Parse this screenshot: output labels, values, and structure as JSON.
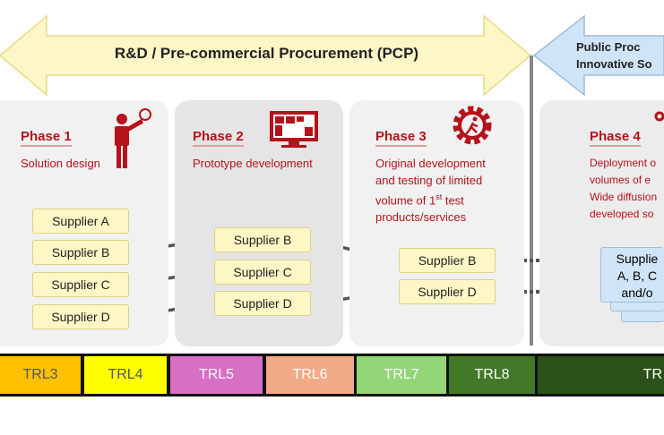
{
  "arrows": {
    "left": "R&D / Pre-commercial Procurement (PCP)",
    "right_line1": "Public Proc",
    "right_line2": "Innovative So"
  },
  "phases": [
    {
      "title": "Phase 1",
      "desc": [
        "Solution design"
      ],
      "suppliers": [
        "Supplier A",
        "Supplier B",
        "Supplier C",
        "Supplier D"
      ],
      "icon": "person-lightbulb-icon"
    },
    {
      "title": "Phase 2",
      "desc": [
        "Prototype development"
      ],
      "suppliers": [
        "Supplier B",
        "Supplier C",
        "Supplier D"
      ],
      "icon": "monitor-dashboard-icon"
    },
    {
      "title": "Phase 3",
      "desc": [
        "Original development",
        "and testing of limited",
        "volume of 1st test",
        "products/services"
      ],
      "suppliers": [
        "Supplier B",
        "Supplier D"
      ],
      "icon": "gear-runner-icon"
    },
    {
      "title": "Phase 4",
      "desc": [
        "Deployment o",
        "volumes of e",
        "Wide diffusion",
        "developed so"
      ],
      "suppliers": [
        "Supplie",
        "A, B, C",
        "and/o"
      ]
    }
  ],
  "trl": [
    {
      "label": "TRL3",
      "color": "#ffc000",
      "text": "#555"
    },
    {
      "label": "TRL4",
      "color": "#ffff00",
      "text": "#555"
    },
    {
      "label": "TRL5",
      "color": "#d76fc4",
      "text": "#fff"
    },
    {
      "label": "TRL6",
      "color": "#f1ab86",
      "text": "#fff"
    },
    {
      "label": "TRL7",
      "color": "#93d678",
      "text": "#fff"
    },
    {
      "label": "TRL8",
      "color": "#427828",
      "text": "#fff"
    },
    {
      "label": "TR",
      "color": "#2b5118",
      "text": "#fff"
    }
  ],
  "colors": {
    "accent": "#b5121b",
    "pcp_arrow": "#fdf6c6",
    "ppi_arrow": "#cfe4f7"
  }
}
